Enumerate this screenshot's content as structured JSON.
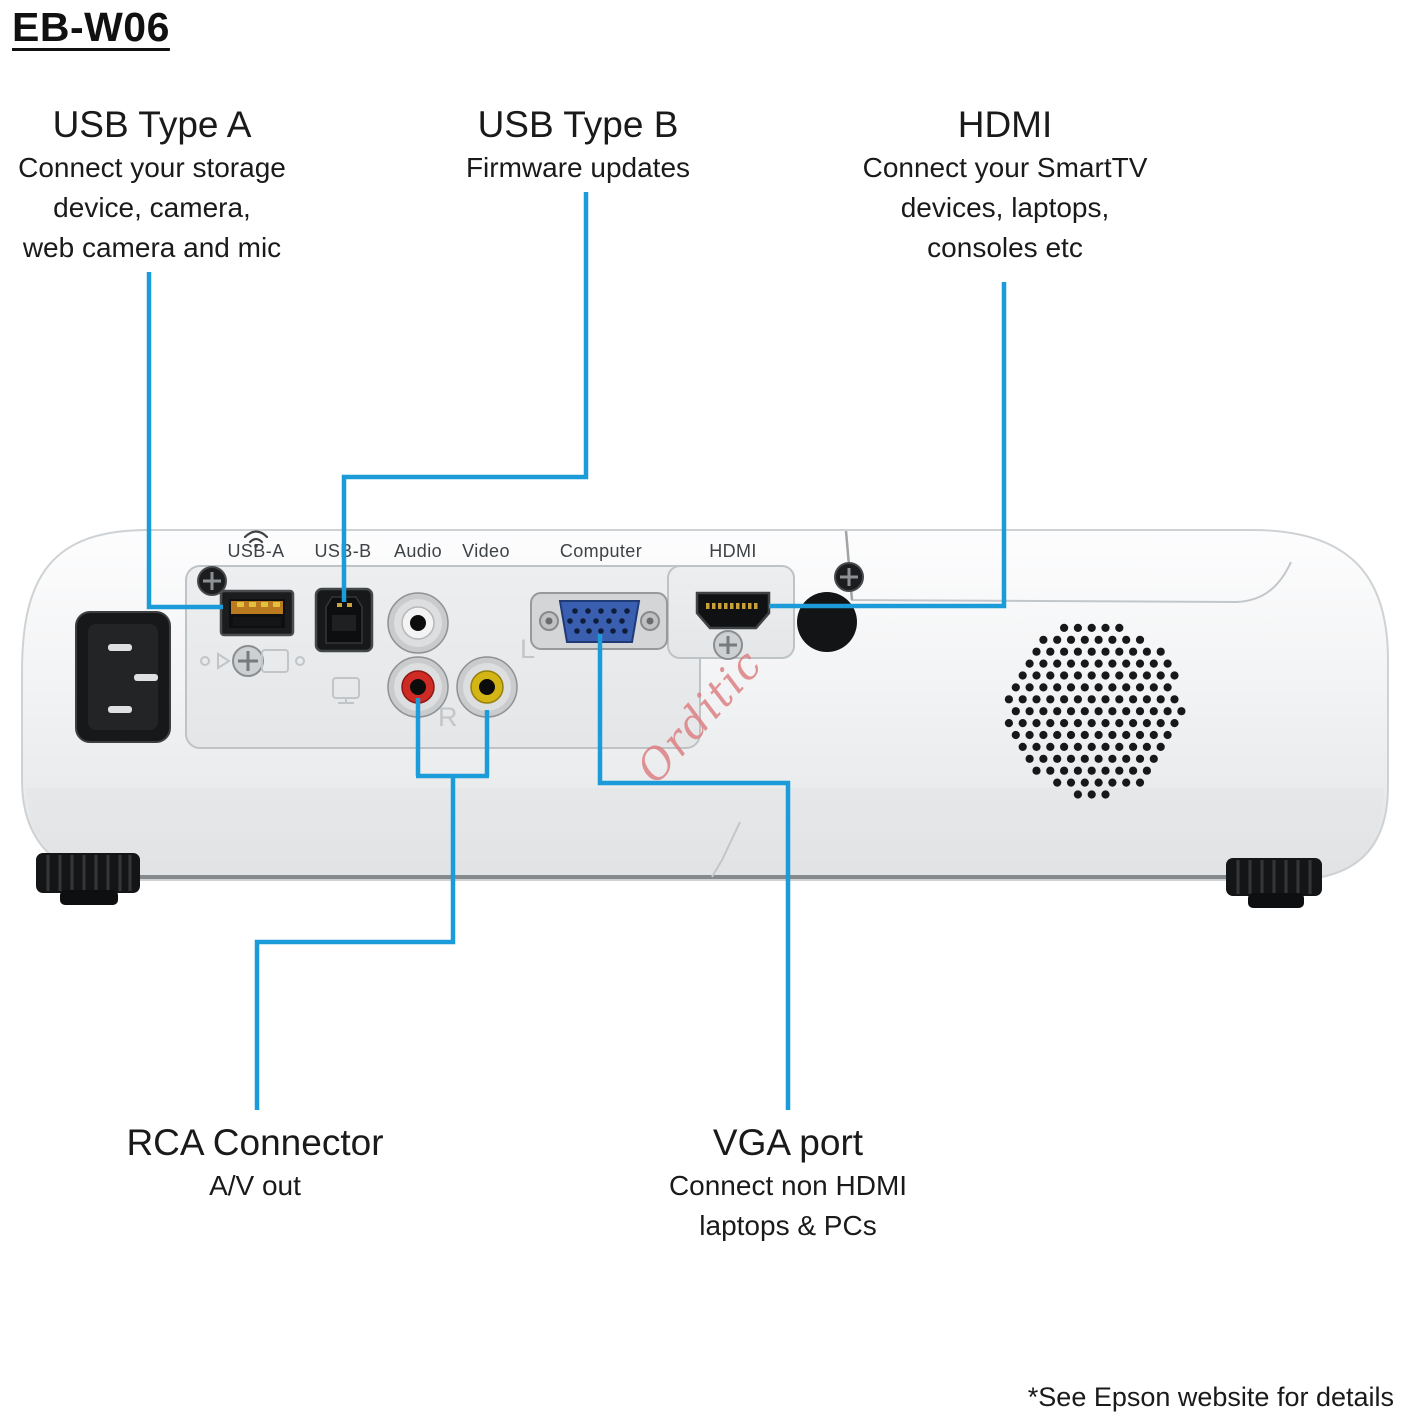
{
  "title": "EB-W06",
  "annotations": {
    "usb_a": {
      "heading": "USB Type A",
      "line1": "Connect your storage",
      "line2": "device, camera,",
      "line3": "web camera and mic"
    },
    "usb_b": {
      "heading": "USB Type B",
      "line1": "Firmware updates"
    },
    "hdmi": {
      "heading": "HDMI",
      "line1": "Connect your SmartTV",
      "line2": "devices, laptops,",
      "line3": "consoles etc"
    },
    "rca": {
      "heading": "RCA Connector",
      "line1": "A/V out"
    },
    "vga": {
      "heading": "VGA port",
      "line1": "Connect non HDMI",
      "line2": "laptops & PCs"
    }
  },
  "projector": {
    "port_labels": {
      "usb_a": "USB-A",
      "usb_b": "USB-B",
      "audio": "Audio",
      "video": "Video",
      "computer": "Computer",
      "hdmi": "HDMI"
    },
    "jack_left": "L",
    "jack_right": "R",
    "watermark": "Orditic"
  },
  "footnote": "*See Epson website for details",
  "colors": {
    "leader_line": "#1b9bd7",
    "watermark": "#dd8083",
    "vga_blue": "#3b5fb0",
    "rca_red": "#cf2b25",
    "rca_yellow": "#d3b516",
    "usb_tongue_orange": "#b97a20"
  }
}
